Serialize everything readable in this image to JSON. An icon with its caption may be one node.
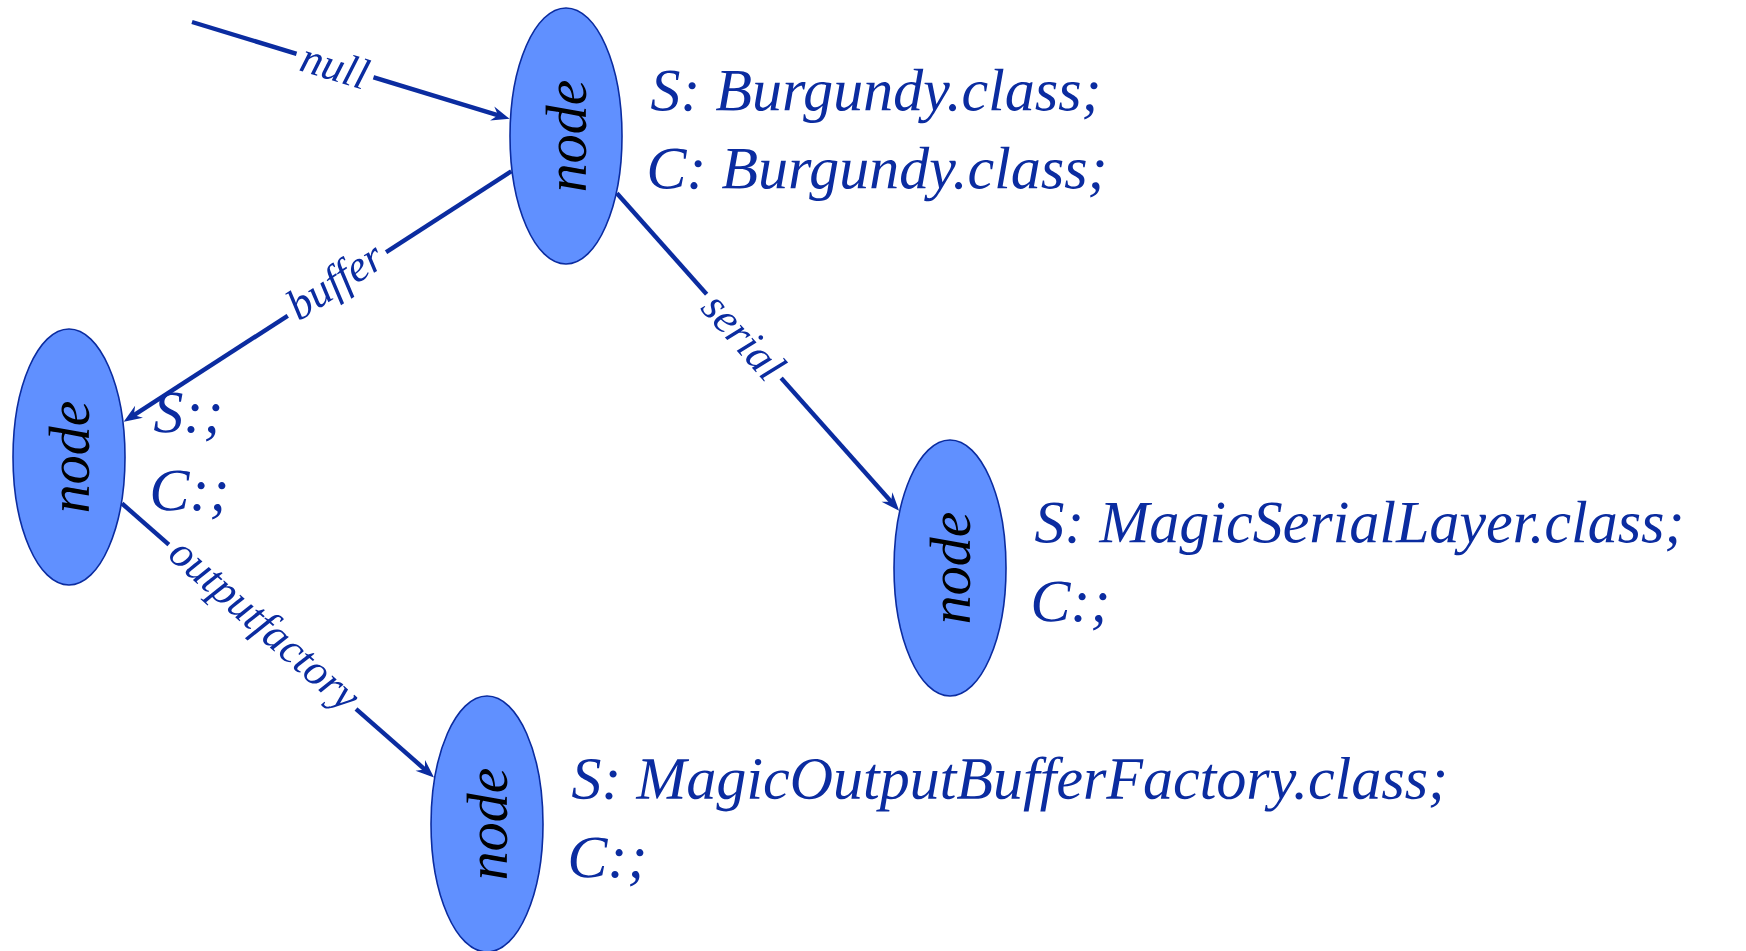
{
  "diagram": {
    "nodes": [
      {
        "text": [
          "node"
        ],
        "beside": [
          "S: Burgundy.class;",
          "C: Burgundy.class;"
        ]
      },
      {
        "text": [
          "node"
        ],
        "beside": [
          "S:;",
          "C:;"
        ]
      },
      {
        "text": [
          "node"
        ],
        "beside": [
          "S: MagicSerialLayer.class;",
          "C:;"
        ]
      },
      {
        "text": [
          "node"
        ],
        "beside": [
          "S: MagicOutputBufferFactory.class;",
          "C:;"
        ]
      }
    ],
    "edges": [
      {
        "from": null,
        "to": 0,
        "arrow": "to",
        "label": "null"
      },
      {
        "from": 0,
        "to": 1,
        "arrow": "to",
        "label": "buffer"
      },
      {
        "from": 0,
        "to": 2,
        "arrow": "to",
        "label": "serial"
      },
      {
        "from": 1,
        "to": 3,
        "arrow": "to",
        "label": "outputfactory"
      }
    ]
  }
}
